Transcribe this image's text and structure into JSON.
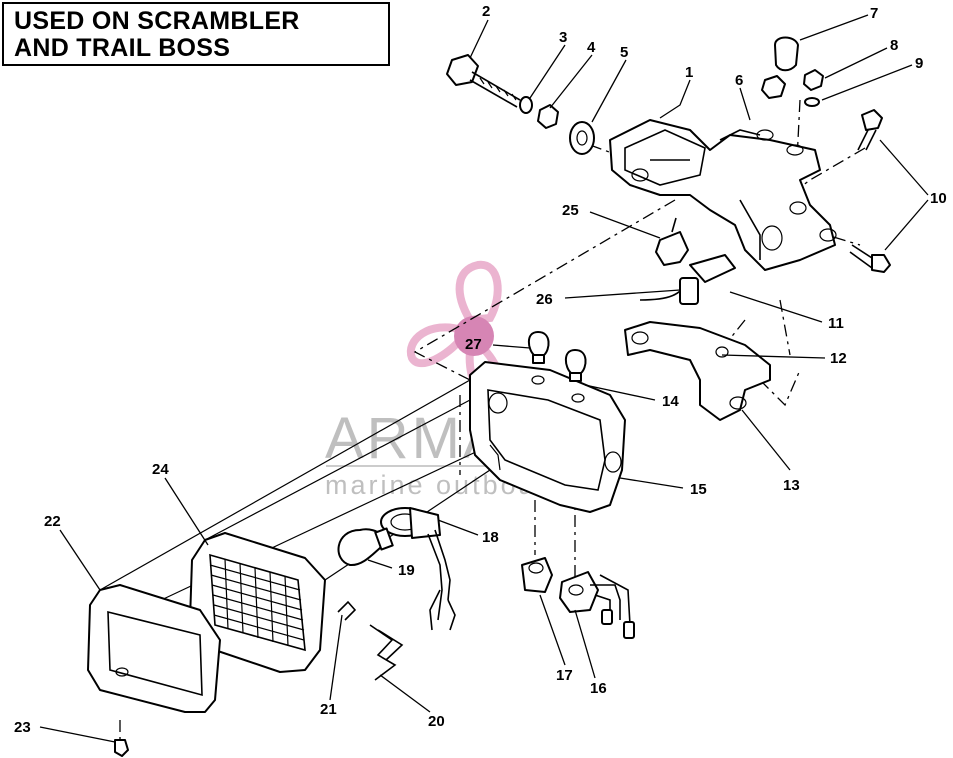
{
  "title": {
    "line1": "USED ON SCRAMBLER",
    "line2": "AND TRAIL BOSS"
  },
  "watermark": {
    "brand": "ARMADA",
    "tagline": "marine outboards",
    "logo_color": "#e8a8c8",
    "logo_center_color": "#d070a8"
  },
  "callouts": [
    "1",
    "2",
    "3",
    "4",
    "5",
    "6",
    "7",
    "8",
    "9",
    "10",
    "11",
    "12",
    "13",
    "14",
    "15",
    "16",
    "17",
    "18",
    "19",
    "20",
    "21",
    "22",
    "23",
    "24",
    "25",
    "26",
    "27"
  ],
  "colors": {
    "ink": "#000000",
    "paper": "#ffffff"
  }
}
